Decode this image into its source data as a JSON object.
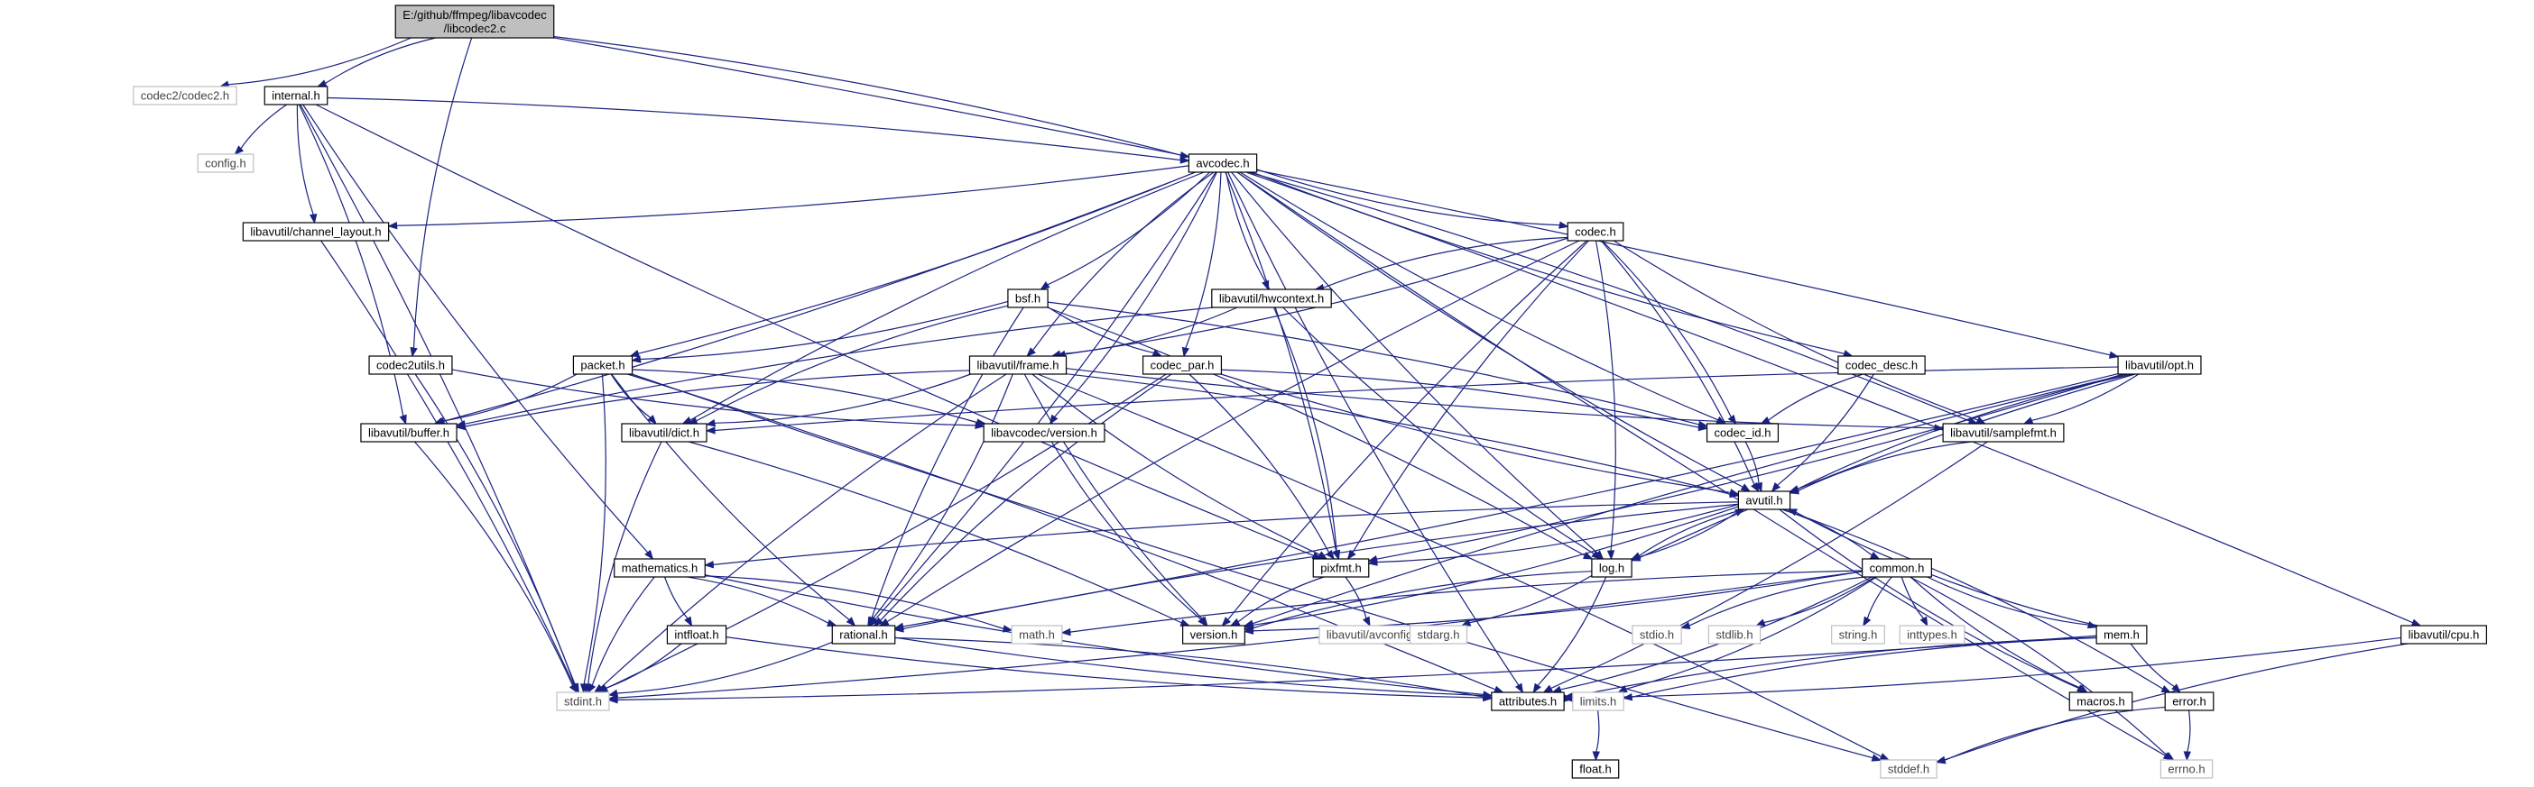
{
  "graph": {
    "title": "E:/github/ffmpeg/libavcodec/libcodec2.c",
    "colors": {
      "root_fill": "#bfbfbf",
      "root_border": "#000000",
      "node_fill": "#ffffff",
      "node_border": "#000000",
      "ghost_border": "#bfbfbf",
      "edge": "#1a2280"
    },
    "nodes": [
      {
        "id": "root",
        "lines": [
          "E:/github/ffmpeg/libavcodec",
          "/libcodec2.c"
        ],
        "kind": "root"
      },
      {
        "id": "codec2_codec2",
        "lines": [
          "codec2/codec2.h"
        ],
        "kind": "ghost"
      },
      {
        "id": "internal",
        "lines": [
          "internal.h"
        ],
        "kind": "normal"
      },
      {
        "id": "config",
        "lines": [
          "config.h"
        ],
        "kind": "ghost"
      },
      {
        "id": "avcodec",
        "lines": [
          "avcodec.h"
        ],
        "kind": "normal"
      },
      {
        "id": "channel_layout",
        "lines": [
          "libavutil/channel_layout.h"
        ],
        "kind": "normal"
      },
      {
        "id": "codec",
        "lines": [
          "codec.h"
        ],
        "kind": "normal"
      },
      {
        "id": "bsf",
        "lines": [
          "bsf.h"
        ],
        "kind": "normal"
      },
      {
        "id": "hwcontext",
        "lines": [
          "libavutil/hwcontext.h"
        ],
        "kind": "normal"
      },
      {
        "id": "codec2utils",
        "lines": [
          "codec2utils.h"
        ],
        "kind": "normal"
      },
      {
        "id": "packet",
        "lines": [
          "packet.h"
        ],
        "kind": "normal"
      },
      {
        "id": "frame",
        "lines": [
          "libavutil/frame.h"
        ],
        "kind": "normal"
      },
      {
        "id": "codec_par",
        "lines": [
          "codec_par.h"
        ],
        "kind": "normal"
      },
      {
        "id": "codec_desc",
        "lines": [
          "codec_desc.h"
        ],
        "kind": "normal"
      },
      {
        "id": "opt",
        "lines": [
          "libavutil/opt.h"
        ],
        "kind": "normal"
      },
      {
        "id": "buffer",
        "lines": [
          "libavutil/buffer.h"
        ],
        "kind": "normal"
      },
      {
        "id": "dict",
        "lines": [
          "libavutil/dict.h"
        ],
        "kind": "normal"
      },
      {
        "id": "avc_version",
        "lines": [
          "libavcodec/version.h"
        ],
        "kind": "normal"
      },
      {
        "id": "codec_id",
        "lines": [
          "codec_id.h"
        ],
        "kind": "normal"
      },
      {
        "id": "samplefmt",
        "lines": [
          "libavutil/samplefmt.h"
        ],
        "kind": "normal"
      },
      {
        "id": "avutil",
        "lines": [
          "avutil.h"
        ],
        "kind": "normal"
      },
      {
        "id": "mathematics",
        "lines": [
          "mathematics.h"
        ],
        "kind": "normal"
      },
      {
        "id": "pixfmt",
        "lines": [
          "pixfmt.h"
        ],
        "kind": "normal"
      },
      {
        "id": "log",
        "lines": [
          "log.h"
        ],
        "kind": "normal"
      },
      {
        "id": "common",
        "lines": [
          "common.h"
        ],
        "kind": "normal"
      },
      {
        "id": "intfloat",
        "lines": [
          "intfloat.h"
        ],
        "kind": "normal"
      },
      {
        "id": "rational",
        "lines": [
          "rational.h"
        ],
        "kind": "normal"
      },
      {
        "id": "math",
        "lines": [
          "math.h"
        ],
        "kind": "ghost"
      },
      {
        "id": "version",
        "lines": [
          "version.h"
        ],
        "kind": "normal"
      },
      {
        "id": "avconfig",
        "lines": [
          "libavutil/avconfig.h"
        ],
        "kind": "ghost"
      },
      {
        "id": "stdarg",
        "lines": [
          "stdarg.h"
        ],
        "kind": "ghost"
      },
      {
        "id": "stdio",
        "lines": [
          "stdio.h"
        ],
        "kind": "ghost"
      },
      {
        "id": "stdlib",
        "lines": [
          "stdlib.h"
        ],
        "kind": "ghost"
      },
      {
        "id": "string",
        "lines": [
          "string.h"
        ],
        "kind": "ghost"
      },
      {
        "id": "inttypes",
        "lines": [
          "inttypes.h"
        ],
        "kind": "ghost"
      },
      {
        "id": "mem",
        "lines": [
          "mem.h"
        ],
        "kind": "normal"
      },
      {
        "id": "cpu",
        "lines": [
          "libavutil/cpu.h"
        ],
        "kind": "normal"
      },
      {
        "id": "stdint",
        "lines": [
          "stdint.h"
        ],
        "kind": "ghost"
      },
      {
        "id": "attributes",
        "lines": [
          "attributes.h"
        ],
        "kind": "normal"
      },
      {
        "id": "limits",
        "lines": [
          "limits.h"
        ],
        "kind": "ghost"
      },
      {
        "id": "macros",
        "lines": [
          "macros.h"
        ],
        "kind": "normal"
      },
      {
        "id": "error",
        "lines": [
          "error.h"
        ],
        "kind": "normal"
      },
      {
        "id": "float",
        "lines": [
          "float.h"
        ],
        "kind": "normal"
      },
      {
        "id": "stddef",
        "lines": [
          "stddef.h"
        ],
        "kind": "ghost"
      },
      {
        "id": "errno",
        "lines": [
          "errno.h"
        ],
        "kind": "ghost"
      }
    ],
    "edges": [
      [
        "root",
        "codec2_codec2"
      ],
      [
        "root",
        "internal"
      ],
      [
        "root",
        "avcodec"
      ],
      [
        "root",
        "codec2utils"
      ],
      [
        "root",
        "opt"
      ],
      [
        "internal",
        "config"
      ],
      [
        "internal",
        "avcodec"
      ],
      [
        "internal",
        "channel_layout"
      ],
      [
        "internal",
        "buffer"
      ],
      [
        "internal",
        "pixfmt"
      ],
      [
        "internal",
        "stdint"
      ],
      [
        "internal",
        "mathematics"
      ],
      [
        "avcodec",
        "channel_layout"
      ],
      [
        "avcodec",
        "codec"
      ],
      [
        "avcodec",
        "bsf"
      ],
      [
        "avcodec",
        "hwcontext"
      ],
      [
        "avcodec",
        "packet"
      ],
      [
        "avcodec",
        "frame"
      ],
      [
        "avcodec",
        "codec_par"
      ],
      [
        "avcodec",
        "codec_desc"
      ],
      [
        "avcodec",
        "buffer"
      ],
      [
        "avcodec",
        "dict"
      ],
      [
        "avcodec",
        "avc_version"
      ],
      [
        "avcodec",
        "codec_id"
      ],
      [
        "avcodec",
        "samplefmt"
      ],
      [
        "avcodec",
        "avutil"
      ],
      [
        "avcodec",
        "pixfmt"
      ],
      [
        "avcodec",
        "log"
      ],
      [
        "avcodec",
        "rational"
      ],
      [
        "avcodec",
        "attributes"
      ],
      [
        "avcodec",
        "cpu"
      ],
      [
        "avcodec",
        "errno"
      ],
      [
        "channel_layout",
        "stdint"
      ],
      [
        "codec",
        "hwcontext"
      ],
      [
        "codec",
        "codec_id"
      ],
      [
        "codec",
        "samplefmt"
      ],
      [
        "codec",
        "avutil"
      ],
      [
        "codec",
        "pixfmt"
      ],
      [
        "codec",
        "log"
      ],
      [
        "codec",
        "rational"
      ],
      [
        "codec",
        "frame"
      ],
      [
        "codec",
        "version"
      ],
      [
        "bsf",
        "packet"
      ],
      [
        "bsf",
        "codec_par"
      ],
      [
        "bsf",
        "codec_id"
      ],
      [
        "bsf",
        "dict"
      ],
      [
        "bsf",
        "log"
      ],
      [
        "bsf",
        "rational"
      ],
      [
        "hwcontext",
        "frame"
      ],
      [
        "hwcontext",
        "buffer"
      ],
      [
        "hwcontext",
        "pixfmt"
      ],
      [
        "hwcontext",
        "log"
      ],
      [
        "codec2utils",
        "stdint"
      ],
      [
        "codec2utils",
        "avc_version"
      ],
      [
        "packet",
        "buffer"
      ],
      [
        "packet",
        "dict"
      ],
      [
        "packet",
        "avc_version"
      ],
      [
        "packet",
        "rational"
      ],
      [
        "packet",
        "attributes"
      ],
      [
        "packet",
        "stddef"
      ],
      [
        "packet",
        "stdint"
      ],
      [
        "frame",
        "buffer"
      ],
      [
        "frame",
        "dict"
      ],
      [
        "frame",
        "samplefmt"
      ],
      [
        "frame",
        "avutil"
      ],
      [
        "frame",
        "pixfmt"
      ],
      [
        "frame",
        "rational"
      ],
      [
        "frame",
        "version"
      ],
      [
        "frame",
        "stddef"
      ],
      [
        "frame",
        "stdint"
      ],
      [
        "codec_par",
        "codec_id"
      ],
      [
        "codec_par",
        "avutil"
      ],
      [
        "codec_par",
        "pixfmt"
      ],
      [
        "codec_par",
        "rational"
      ],
      [
        "codec_par",
        "stdint"
      ],
      [
        "codec_desc",
        "codec_id"
      ],
      [
        "codec_desc",
        "avutil"
      ],
      [
        "opt",
        "dict"
      ],
      [
        "opt",
        "samplefmt"
      ],
      [
        "opt",
        "avutil"
      ],
      [
        "opt",
        "pixfmt"
      ],
      [
        "opt",
        "log"
      ],
      [
        "opt",
        "rational"
      ],
      [
        "opt",
        "version"
      ],
      [
        "buffer",
        "stdint"
      ],
      [
        "dict",
        "stdint"
      ],
      [
        "dict",
        "version"
      ],
      [
        "avc_version",
        "version"
      ],
      [
        "codec_id",
        "avutil"
      ],
      [
        "samplefmt",
        "avutil"
      ],
      [
        "samplefmt",
        "attributes"
      ],
      [
        "avutil",
        "mathematics"
      ],
      [
        "avutil",
        "pixfmt"
      ],
      [
        "avutil",
        "log"
      ],
      [
        "avutil",
        "common"
      ],
      [
        "avutil",
        "rational"
      ],
      [
        "avutil",
        "version"
      ],
      [
        "avutil",
        "macros"
      ],
      [
        "avutil",
        "error"
      ],
      [
        "mathematics",
        "stdint"
      ],
      [
        "mathematics",
        "math"
      ],
      [
        "mathematics",
        "intfloat"
      ],
      [
        "mathematics",
        "rational"
      ],
      [
        "mathematics",
        "attributes"
      ],
      [
        "pixfmt",
        "avconfig"
      ],
      [
        "pixfmt",
        "version"
      ],
      [
        "log",
        "stdarg"
      ],
      [
        "log",
        "avutil"
      ],
      [
        "log",
        "attributes"
      ],
      [
        "log",
        "version"
      ],
      [
        "common",
        "errno"
      ],
      [
        "common",
        "inttypes"
      ],
      [
        "common",
        "limits"
      ],
      [
        "common",
        "math"
      ],
      [
        "common",
        "stdint"
      ],
      [
        "common",
        "stdio"
      ],
      [
        "common",
        "stdlib"
      ],
      [
        "common",
        "string"
      ],
      [
        "common",
        "attributes"
      ],
      [
        "common",
        "macros"
      ],
      [
        "common",
        "version"
      ],
      [
        "common",
        "mem"
      ],
      [
        "intfloat",
        "stdint"
      ],
      [
        "intfloat",
        "attributes"
      ],
      [
        "rational",
        "stdint"
      ],
      [
        "rational",
        "limits"
      ],
      [
        "rational",
        "attributes"
      ],
      [
        "mem",
        "limits"
      ],
      [
        "mem",
        "stdint"
      ],
      [
        "mem",
        "attributes"
      ],
      [
        "mem",
        "avutil"
      ],
      [
        "mem",
        "error"
      ],
      [
        "cpu",
        "attributes"
      ],
      [
        "cpu",
        "stddef"
      ],
      [
        "error",
        "errno"
      ],
      [
        "error",
        "stddef"
      ],
      [
        "limits",
        "float"
      ]
    ]
  }
}
